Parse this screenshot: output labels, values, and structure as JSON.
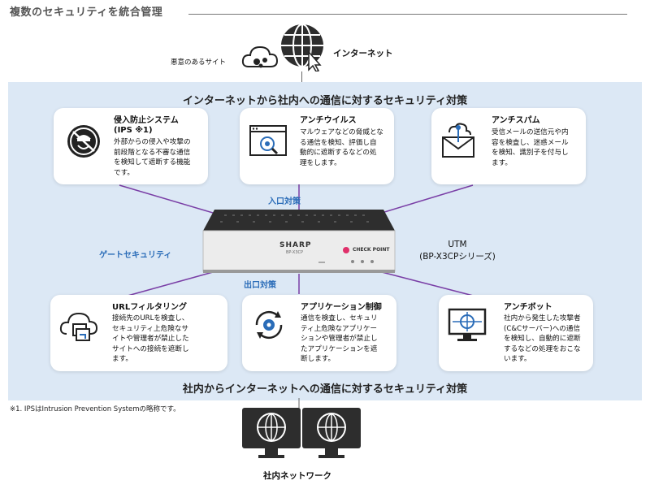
{
  "header": {
    "title": "複数のセキュリティを統合管理"
  },
  "top": {
    "malicious_label": "悪意のあるサイト",
    "internet_label": "インターネット"
  },
  "inbound_title": "インターネットから社内への通信に対するセキュリティ対策",
  "outbound_title": "社内からインターネットへの通信に対するセキュリティ対策",
  "ips": {
    "title": "侵入防止システム",
    "title2": "(IPS ※1)",
    "lines": [
      "外部からの侵入や攻撃の",
      "前段階となる不審な通信",
      "を検知して遮断する機能",
      "です。"
    ]
  },
  "antivirus": {
    "title": "アンチウイルス",
    "lines": [
      "マルウェアなどの脅威とな",
      "る通信を検知、評価し自",
      "動的に遮断するなどの処",
      "理をします。"
    ]
  },
  "antispam": {
    "title": "アンチスパム",
    "lines": [
      "受信メールの送信元や内",
      "容を検査し、迷惑メール",
      "を検知、識別子を付与し",
      "ます。"
    ]
  },
  "url_filter": {
    "title": "URLフィルタリング",
    "lines": [
      "接続先のURLを検査し、",
      "セキュリティ上危険なサ",
      "イトや管理者が禁止した",
      "サイトへの接続を遮断し",
      "ます。"
    ]
  },
  "app_control": {
    "title": "アプリケーション制御",
    "lines": [
      "通信を検査し、セキュリ",
      "ティ上危険なアプリケー",
      "ションや管理者が禁止し",
      "たアプリケーションを遮",
      "断します。"
    ]
  },
  "antibot": {
    "title": "アンチボット",
    "lines": [
      "社内から発生した攻撃者",
      "(C&Cサーバー)への通信",
      "を検知し、自動的に遮断",
      "するなどの処理をおこな",
      "います。"
    ]
  },
  "labels": {
    "entry": "入口対策",
    "exit": "出口対策",
    "gateway": "ゲートセキュリティ"
  },
  "utm": {
    "line1": "UTM",
    "line2": "(BP-X3CPシリーズ)",
    "brand": "SHARP",
    "brand_sub": "BP-X3CP",
    "partner": "CHECK POINT"
  },
  "note": "※1. IPSはIntrusion Prevention Systemの略称です。",
  "bottom": {
    "network_label": "社内ネットワーク"
  },
  "colors": {
    "panel": "#dce8f5",
    "purple_line": "#7a3fa6",
    "accent_blue": "#2a6cb8",
    "checkpoint_pink": "#e0306a"
  }
}
